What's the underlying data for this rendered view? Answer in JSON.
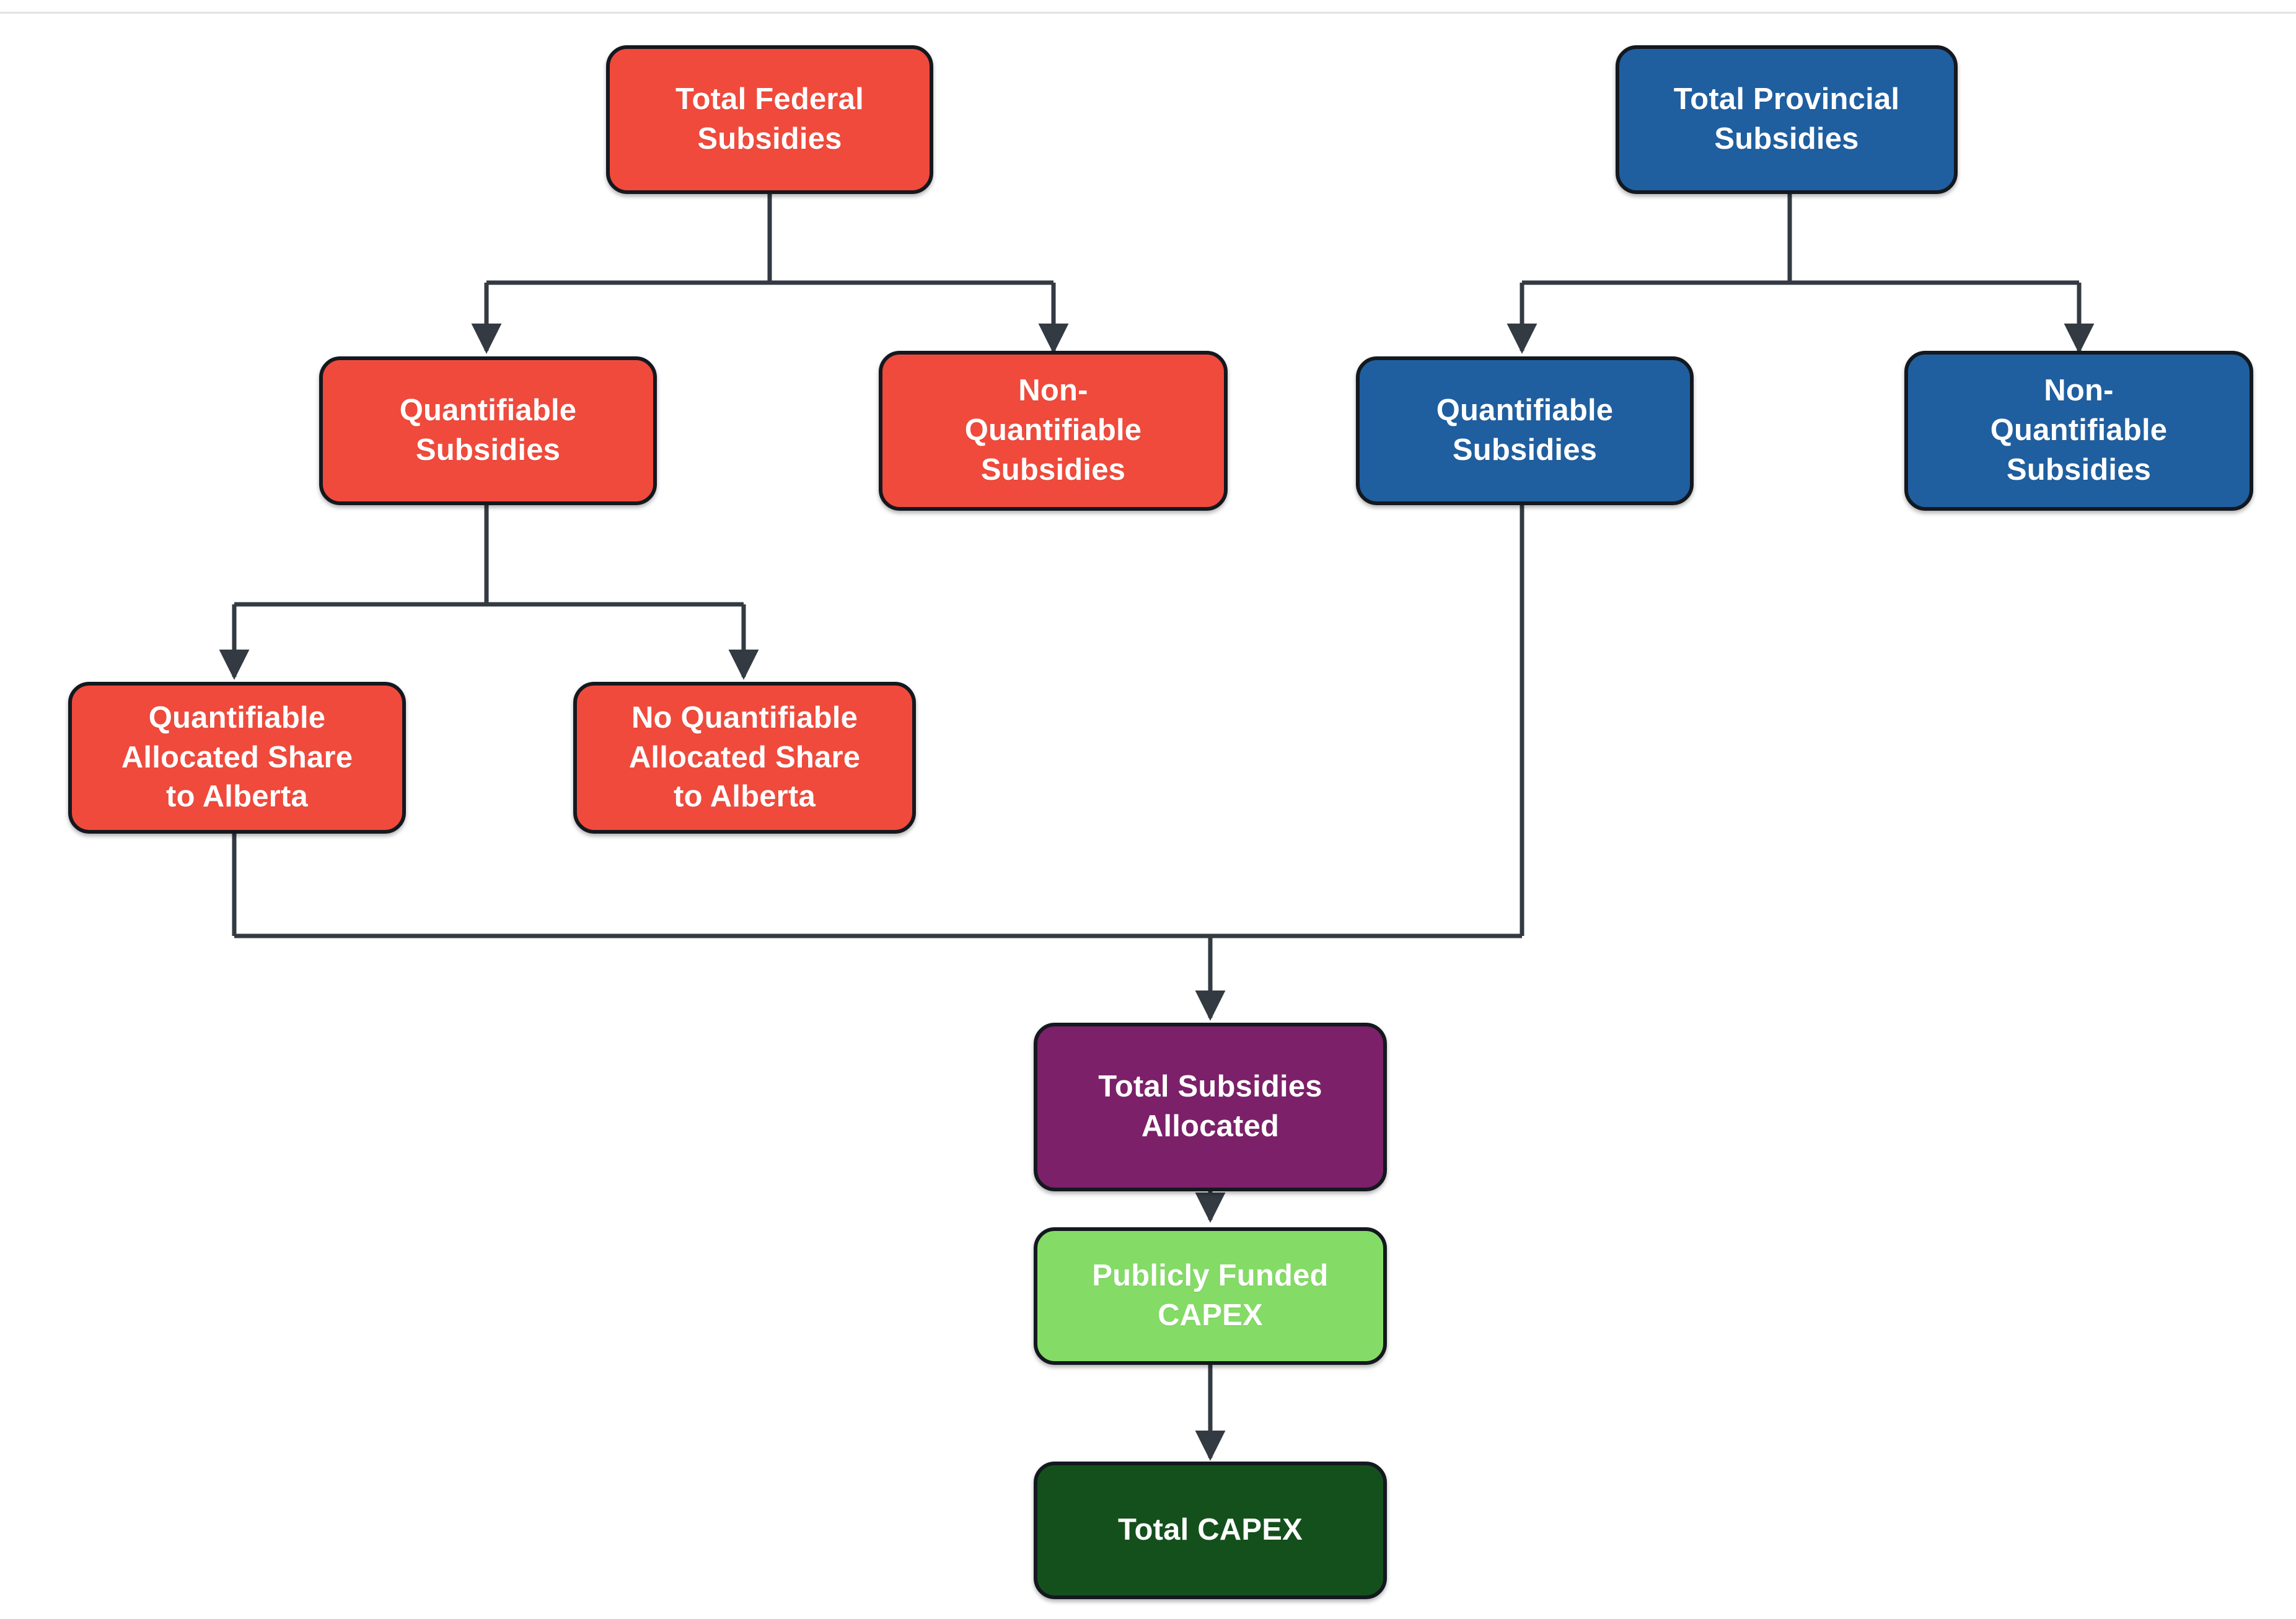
{
  "diagram": {
    "title": "Subsidy Allocation to CAPEX Flowchart",
    "background": "#ffffff",
    "edge_color": "#333a42",
    "node_border_color": "#14181f",
    "palette": {
      "federal_red": "#f04a3c",
      "provincial_blue": "#1f5fa0",
      "total_subsidies_purple": "#7c2069",
      "publicly_funded_green": "#84db66",
      "total_capex_dark_green": "#14501c"
    },
    "nodes": [
      {
        "id": "total-federal-subsidies",
        "label": "Total Federal\nSubsidies",
        "color": "#f04a3c",
        "branch": "federal",
        "level": 1
      },
      {
        "id": "total-provincial-subsidies",
        "label": "Total Provincial\nSubsidies",
        "color": "#1f5fa0",
        "branch": "provincial",
        "level": 1
      },
      {
        "id": "federal-quantifiable-subsidies",
        "label": "Quantifiable\nSubsidies",
        "color": "#f04a3c",
        "branch": "federal",
        "level": 2
      },
      {
        "id": "federal-non-quantifiable-subsidies",
        "label": "Non-\nQuantifiable\nSubsidies",
        "color": "#f04a3c",
        "branch": "federal",
        "level": 2
      },
      {
        "id": "provincial-quantifiable-subsidies",
        "label": "Quantifiable\nSubsidies",
        "color": "#1f5fa0",
        "branch": "provincial",
        "level": 2
      },
      {
        "id": "provincial-non-quantifiable-subsidies",
        "label": "Non-\nQuantifiable\nSubsidies",
        "color": "#1f5fa0",
        "branch": "provincial",
        "level": 2
      },
      {
        "id": "quantifiable-allocated-share-to-alberta",
        "label": "Quantifiable\nAllocated Share\nto Alberta",
        "color": "#f04a3c",
        "branch": "federal",
        "level": 3
      },
      {
        "id": "no-quantifiable-allocated-share-to-alberta",
        "label": "No Quantifiable\nAllocated Share\nto Alberta",
        "color": "#f04a3c",
        "branch": "federal",
        "level": 3
      },
      {
        "id": "total-subsidies-allocated",
        "label": "Total Subsidies\nAllocated",
        "color": "#7c2069",
        "branch": "combined",
        "level": 4
      },
      {
        "id": "publicly-funded-capex",
        "label": "Publicly Funded\nCAPEX",
        "color": "#84db66",
        "branch": "combined",
        "level": 5
      },
      {
        "id": "total-capex",
        "label": "Total CAPEX",
        "color": "#14501c",
        "branch": "combined",
        "level": 6
      }
    ],
    "edges": [
      {
        "from": "total-federal-subsidies",
        "to": "federal-quantifiable-subsidies"
      },
      {
        "from": "total-federal-subsidies",
        "to": "federal-non-quantifiable-subsidies"
      },
      {
        "from": "total-provincial-subsidies",
        "to": "provincial-quantifiable-subsidies"
      },
      {
        "from": "total-provincial-subsidies",
        "to": "provincial-non-quantifiable-subsidies"
      },
      {
        "from": "federal-quantifiable-subsidies",
        "to": "quantifiable-allocated-share-to-alberta"
      },
      {
        "from": "federal-quantifiable-subsidies",
        "to": "no-quantifiable-allocated-share-to-alberta"
      },
      {
        "from": "quantifiable-allocated-share-to-alberta",
        "to": "total-subsidies-allocated"
      },
      {
        "from": "provincial-quantifiable-subsidies",
        "to": "total-subsidies-allocated"
      },
      {
        "from": "total-subsidies-allocated",
        "to": "publicly-funded-capex"
      },
      {
        "from": "publicly-funded-capex",
        "to": "total-capex"
      }
    ]
  }
}
